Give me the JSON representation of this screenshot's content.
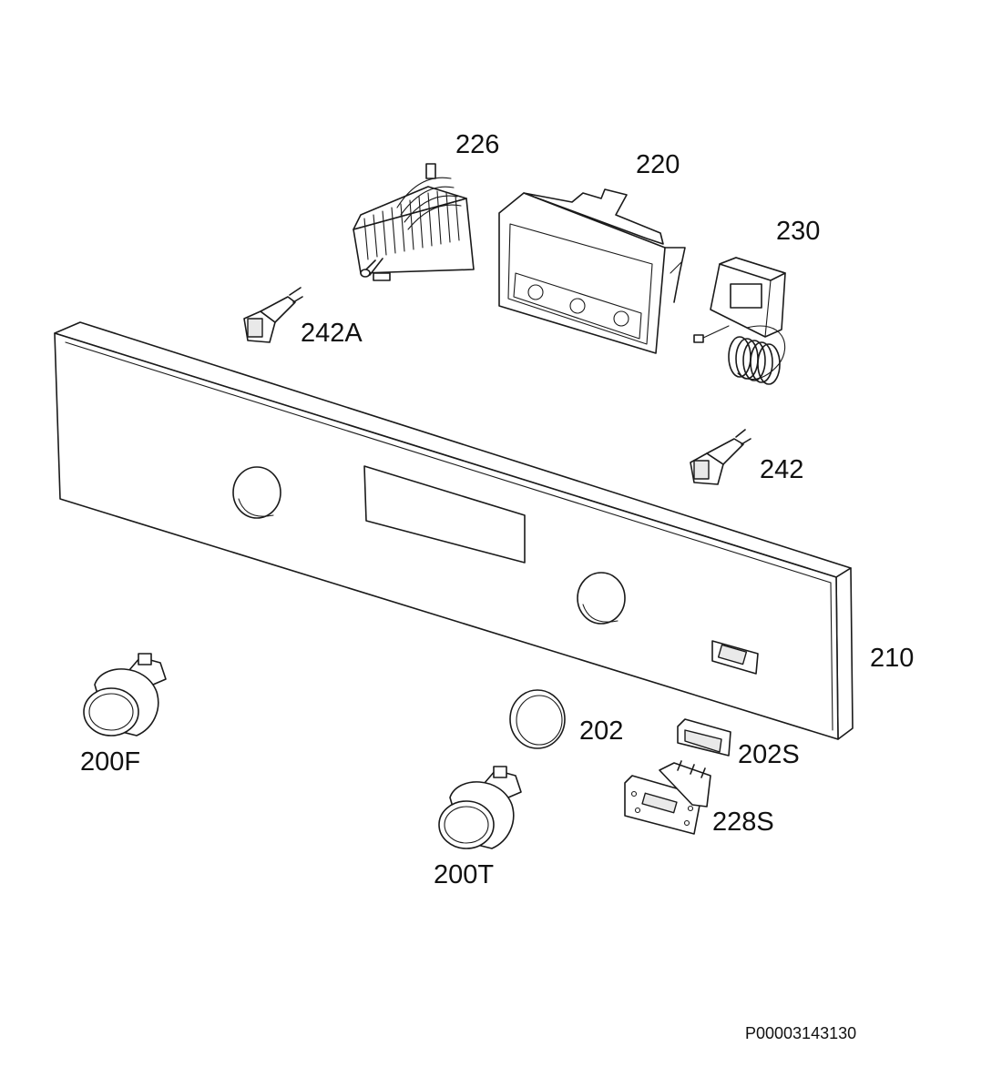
{
  "labels": {
    "part_226": "226",
    "part_220": "220",
    "part_230": "230",
    "part_242A": "242A",
    "part_242": "242",
    "part_210": "210",
    "part_200F": "200F",
    "part_202": "202",
    "part_202S": "202S",
    "part_228S": "228S",
    "part_200T": "200T"
  },
  "drawing_code": "P00003143130",
  "colors": {
    "line": "#1a1a1a",
    "background": "#ffffff"
  }
}
